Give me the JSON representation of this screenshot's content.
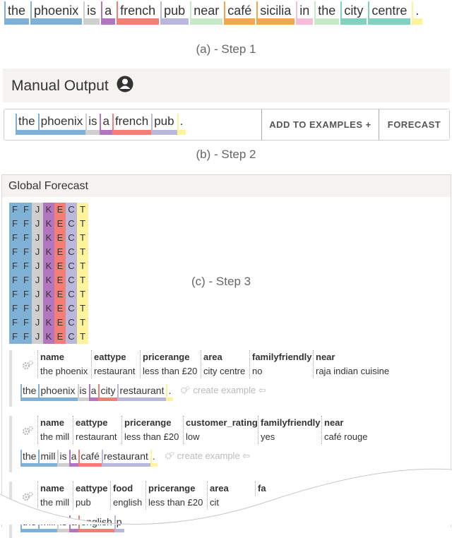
{
  "colors": {
    "name": "#7fb0d6",
    "eattype": "#cfcfcf",
    "pricerange": "#b276c0",
    "customer_rating": "#b276c0",
    "food": "#f47d75",
    "area": "#f47d75",
    "familyfriendly": "#c8f0c8",
    "near": "#f6a54b",
    "venue": "#b9b7dc",
    "other": "#fcf39a",
    "punct": "#fcf39a"
  },
  "step1": {
    "tokens": [
      {
        "text": "the",
        "color": "#7fb0d6"
      },
      {
        "text": "phoenix",
        "color": "#7fb0d6"
      },
      {
        "text": "is",
        "color": "#cfcfcf"
      },
      {
        "text": "a",
        "color": "#b276c0"
      },
      {
        "text": "french",
        "color": "#f47d75"
      },
      {
        "text": "pub",
        "color": "#b9b7dc"
      },
      {
        "text": "near",
        "color": "#c8e9c8"
      },
      {
        "text": "café",
        "color": "#f6a54b"
      },
      {
        "text": "sicilia",
        "color": "#f6a54b"
      },
      {
        "text": "in",
        "color": "#f6bdd8"
      },
      {
        "text": "the",
        "color": "#c8e9c8"
      },
      {
        "text": "city",
        "color": "#7fd1c0"
      },
      {
        "text": "centre",
        "color": "#7fd1c0"
      },
      {
        "text": ".",
        "color": "#fcf39a"
      }
    ],
    "caption": "(a) - Step 1"
  },
  "manual": {
    "title": "Manual Output",
    "icon": "person-icon",
    "tokens": [
      {
        "text": "the",
        "color": "#7fb0d6"
      },
      {
        "text": "phoenix",
        "color": "#7fb0d6"
      },
      {
        "text": "is",
        "color": "#cfcfcf"
      },
      {
        "text": "a",
        "color": "#b276c0"
      },
      {
        "text": "french",
        "color": "#f47d75"
      },
      {
        "text": "pub",
        "color": "#b9b7dc"
      },
      {
        "text": ".",
        "color": "#fcf39a"
      }
    ],
    "add_button": "ADD TO EXAMPLES +",
    "forecast_button": "FORECAST",
    "caption": "(b) - Step 2"
  },
  "global": {
    "title": "Global Forecast",
    "caption": "(c) - Step 3",
    "grid_columns": [
      {
        "letter": "F",
        "color": "#7fb0d6"
      },
      {
        "letter": "F",
        "color": "#7fb0d6"
      },
      {
        "letter": "J",
        "color": "#cfcfcf"
      },
      {
        "letter": "K",
        "color": "#b276c0"
      },
      {
        "letter": "E",
        "color": "#f47d75"
      },
      {
        "letter": "C",
        "color": "#b9b7dc"
      },
      {
        "letter": "T",
        "color": "#fcf39a"
      }
    ],
    "grid_rows": 10,
    "examples": [
      {
        "attributes": [
          {
            "key": "name",
            "value": "the phoenix"
          },
          {
            "key": "eattype",
            "value": "restaurant"
          },
          {
            "key": "pricerange",
            "value": "less than £20"
          },
          {
            "key": "area",
            "value": "city centre"
          },
          {
            "key": "familyfriendly",
            "value": "no"
          },
          {
            "key": "near",
            "value": "raja indian cuisine"
          }
        ],
        "tokens": [
          {
            "text": "the",
            "color": "#7fb0d6"
          },
          {
            "text": "phoenix",
            "color": "#7fb0d6"
          },
          {
            "text": "is",
            "color": "#cfcfcf"
          },
          {
            "text": "a",
            "color": "#b276c0"
          },
          {
            "text": "city",
            "color": "#f47d75"
          },
          {
            "text": "restaurant",
            "color": "#b9b7dc"
          },
          {
            "text": ".",
            "color": "#fcf39a"
          }
        ],
        "create_label": "create example ⇦"
      },
      {
        "attributes": [
          {
            "key": "name",
            "value": "the mill"
          },
          {
            "key": "eattype",
            "value": "restaurant"
          },
          {
            "key": "pricerange",
            "value": "less than £20"
          },
          {
            "key": "customer_rating",
            "value": "low"
          },
          {
            "key": "familyfriendly",
            "value": "yes"
          },
          {
            "key": "near",
            "value": "café rouge"
          }
        ],
        "tokens": [
          {
            "text": "the",
            "color": "#7fb0d6"
          },
          {
            "text": "mill",
            "color": "#7fb0d6"
          },
          {
            "text": "is",
            "color": "#cfcfcf"
          },
          {
            "text": "a",
            "color": "#b276c0"
          },
          {
            "text": "café",
            "color": "#f47d75"
          },
          {
            "text": "restaurant",
            "color": "#b9b7dc"
          },
          {
            "text": ".",
            "color": "#fcf39a"
          }
        ],
        "create_label": "create example ⇦"
      },
      {
        "attributes": [
          {
            "key": "name",
            "value": "the mill"
          },
          {
            "key": "eattype",
            "value": "pub"
          },
          {
            "key": "food",
            "value": "english"
          },
          {
            "key": "pricerange",
            "value": "less than £20"
          },
          {
            "key": "area",
            "value": "cit"
          },
          {
            "key": "fa",
            "value": ""
          }
        ],
        "tokens": [
          {
            "text": "the",
            "color": "#7fb0d6"
          },
          {
            "text": "mill",
            "color": "#7fb0d6"
          },
          {
            "text": "is",
            "color": "#cfcfcf"
          },
          {
            "text": "a",
            "color": "#b276c0"
          },
          {
            "text": "english",
            "color": "#f47d75"
          },
          {
            "text": "p",
            "color": "#b9b7dc"
          }
        ],
        "create_label": ""
      }
    ]
  }
}
